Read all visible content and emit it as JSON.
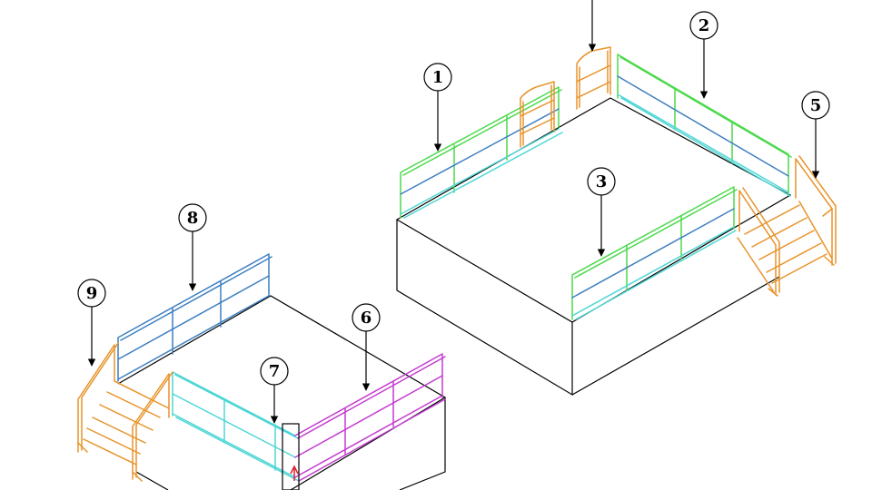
{
  "colors": {
    "green": "#4cd94c",
    "blue": "#3d7fc1",
    "cyan": "#4fd6d6",
    "orange": "#e8932a",
    "magenta": "#c43bd1",
    "red": "#e0202a",
    "ink": "#000000"
  },
  "callouts": [
    {
      "id": "callout-1",
      "label": "1"
    },
    {
      "id": "callout-2",
      "label": "2"
    },
    {
      "id": "callout-3",
      "label": "3"
    },
    {
      "id": "callout-5",
      "label": "5"
    },
    {
      "id": "callout-6",
      "label": "6"
    },
    {
      "id": "callout-7",
      "label": "7"
    },
    {
      "id": "callout-8",
      "label": "8"
    },
    {
      "id": "callout-9",
      "label": "9"
    }
  ]
}
